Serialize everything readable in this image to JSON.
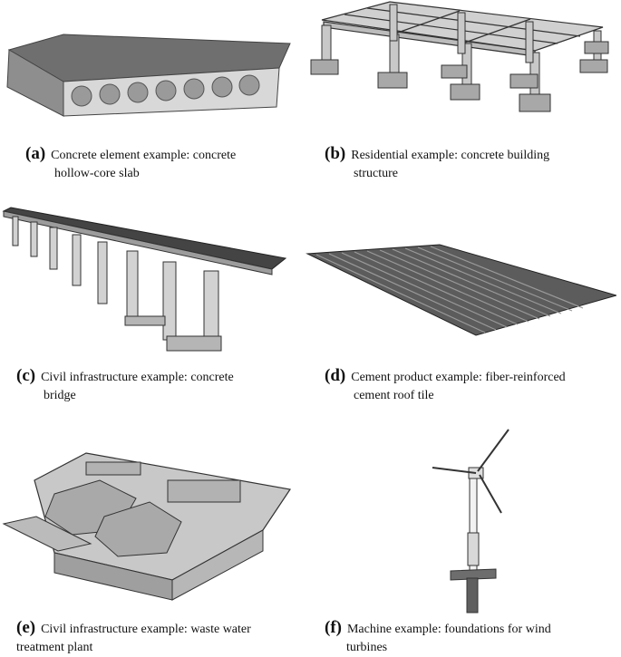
{
  "panels": [
    {
      "tag": "(a)",
      "caption_l1": "Concrete element example: concrete",
      "caption_l2": "hollow-core slab"
    },
    {
      "tag": "(b)",
      "caption_l1": "Residential example: concrete building",
      "caption_l2": "structure"
    },
    {
      "tag": "(c)",
      "caption_l1": "Civil infrastructure example: concrete",
      "caption_l2": "bridge"
    },
    {
      "tag": "(d)",
      "caption_l1": "Cement product example: fiber-reinforced",
      "caption_l2": "cement roof tile"
    },
    {
      "tag": "(e)",
      "caption_l1": "Civil infrastructure example: waste water",
      "caption_l2": "treatment plant"
    },
    {
      "tag": "(f)",
      "caption_l1": "Machine example: foundations for wind",
      "caption_l2": "turbines"
    }
  ],
  "colors": {
    "concrete_light": "#d9d9d9",
    "concrete_mid": "#bdbdbd",
    "concrete_dark": "#8c8c8c",
    "slab_top": "#6e6e6e",
    "outline": "#3a3a3a"
  }
}
